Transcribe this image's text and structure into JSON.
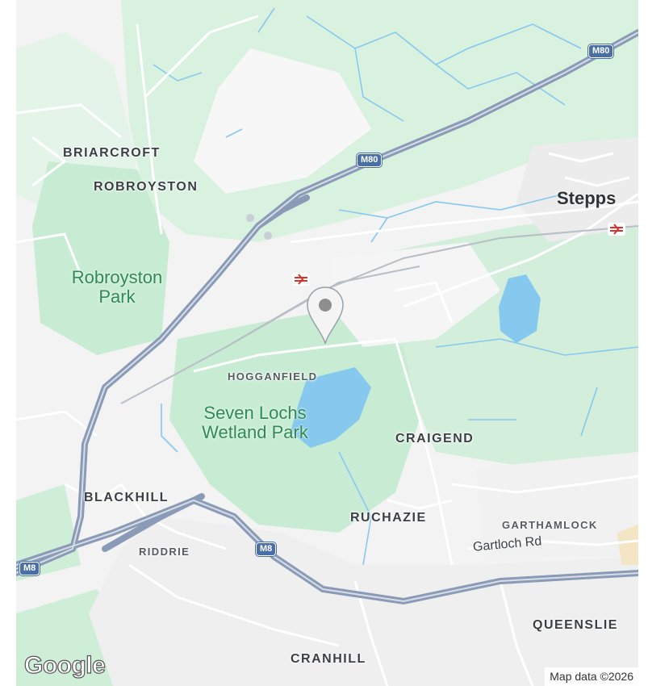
{
  "map": {
    "districts": {
      "briarcroft": "BRIARCROFT",
      "robroyston": "ROBROYSTON",
      "hogganfield": "HOGGANFIELD",
      "craigend": "CRAIGEND",
      "blackhill": "BLACKHILL",
      "ruchazie": "RUCHAZIE",
      "garthamlock": "GARTHAMLOCK",
      "riddrie": "RIDDRIE",
      "queenslie": "QUEENSLIE",
      "cranhill": "CRANHILL"
    },
    "towns": {
      "stepps": "Stepps"
    },
    "parks": {
      "robroyston_park_line1": "Robroyston",
      "robroyston_park_line2": "Park",
      "seven_lochs_line1": "Seven Lochs",
      "seven_lochs_line2": "Wetland Park"
    },
    "roads": {
      "gartloch_rd": "Gartloch Rd"
    },
    "shields": {
      "m80_top": "M80",
      "m80_mid": "M80",
      "m8_left": "M8",
      "m8_mid": "M8"
    },
    "colors": {
      "park_green": "#c8ecd3",
      "light_green": "#d9f2e0",
      "water": "#87c8ef",
      "motorway": "#8a9bb8",
      "background": "#f2f3f2"
    },
    "pin_icon": "location-pin-icon",
    "rail_icon": "national-rail-icon"
  },
  "footer": {
    "logo": "Google",
    "attribution": "Map data ©2026"
  }
}
